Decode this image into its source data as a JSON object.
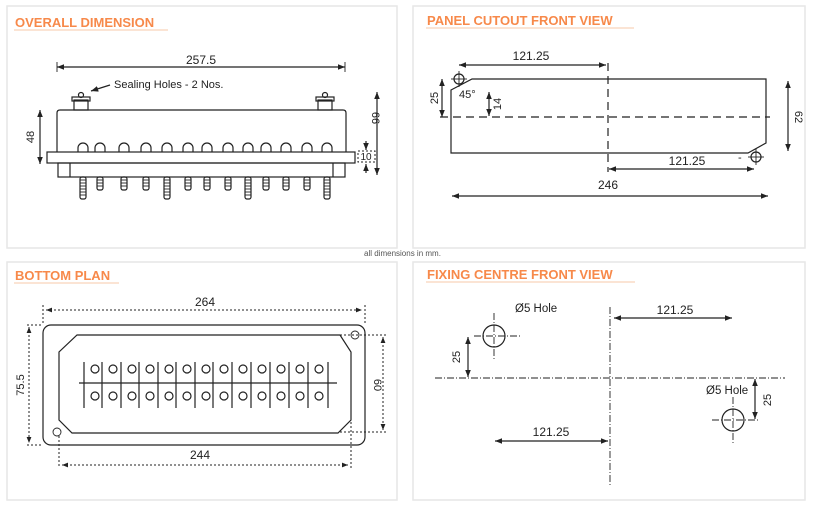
{
  "note": "all dimensions in mm.",
  "accent_color": "#f7894a",
  "overall": {
    "title": "OVERALL DIMENSION",
    "width": "257.5",
    "sealing": "Sealing Holes -  2 Nos.",
    "body_height": "48",
    "total_height": "66",
    "flange": "10",
    "terminal_count": 13
  },
  "cutout": {
    "title": "PANEL CUTOUT FRONT VIEW",
    "top_offset": "121.25",
    "bottom_offset": "121.25",
    "width": "246",
    "height": "62",
    "hole_offset": "25",
    "chamfer_height": "14",
    "angle": "45°",
    "dash_mark": "-"
  },
  "bottom": {
    "title": "BOTTOM PLAN",
    "outer_width": "264",
    "inner_width": "244",
    "outer_height": "75.5",
    "inner_height": "60",
    "terminal_columns": 13
  },
  "fixing": {
    "title": "FIXING CENTRE FRONT VIEW",
    "hole1_label": "Ø5 Hole",
    "hole2_label": "Ø5 Hole",
    "top_offset": "121.25",
    "bottom_offset": "121.25",
    "hole1_vertical": "25",
    "hole2_vertical": "25"
  }
}
